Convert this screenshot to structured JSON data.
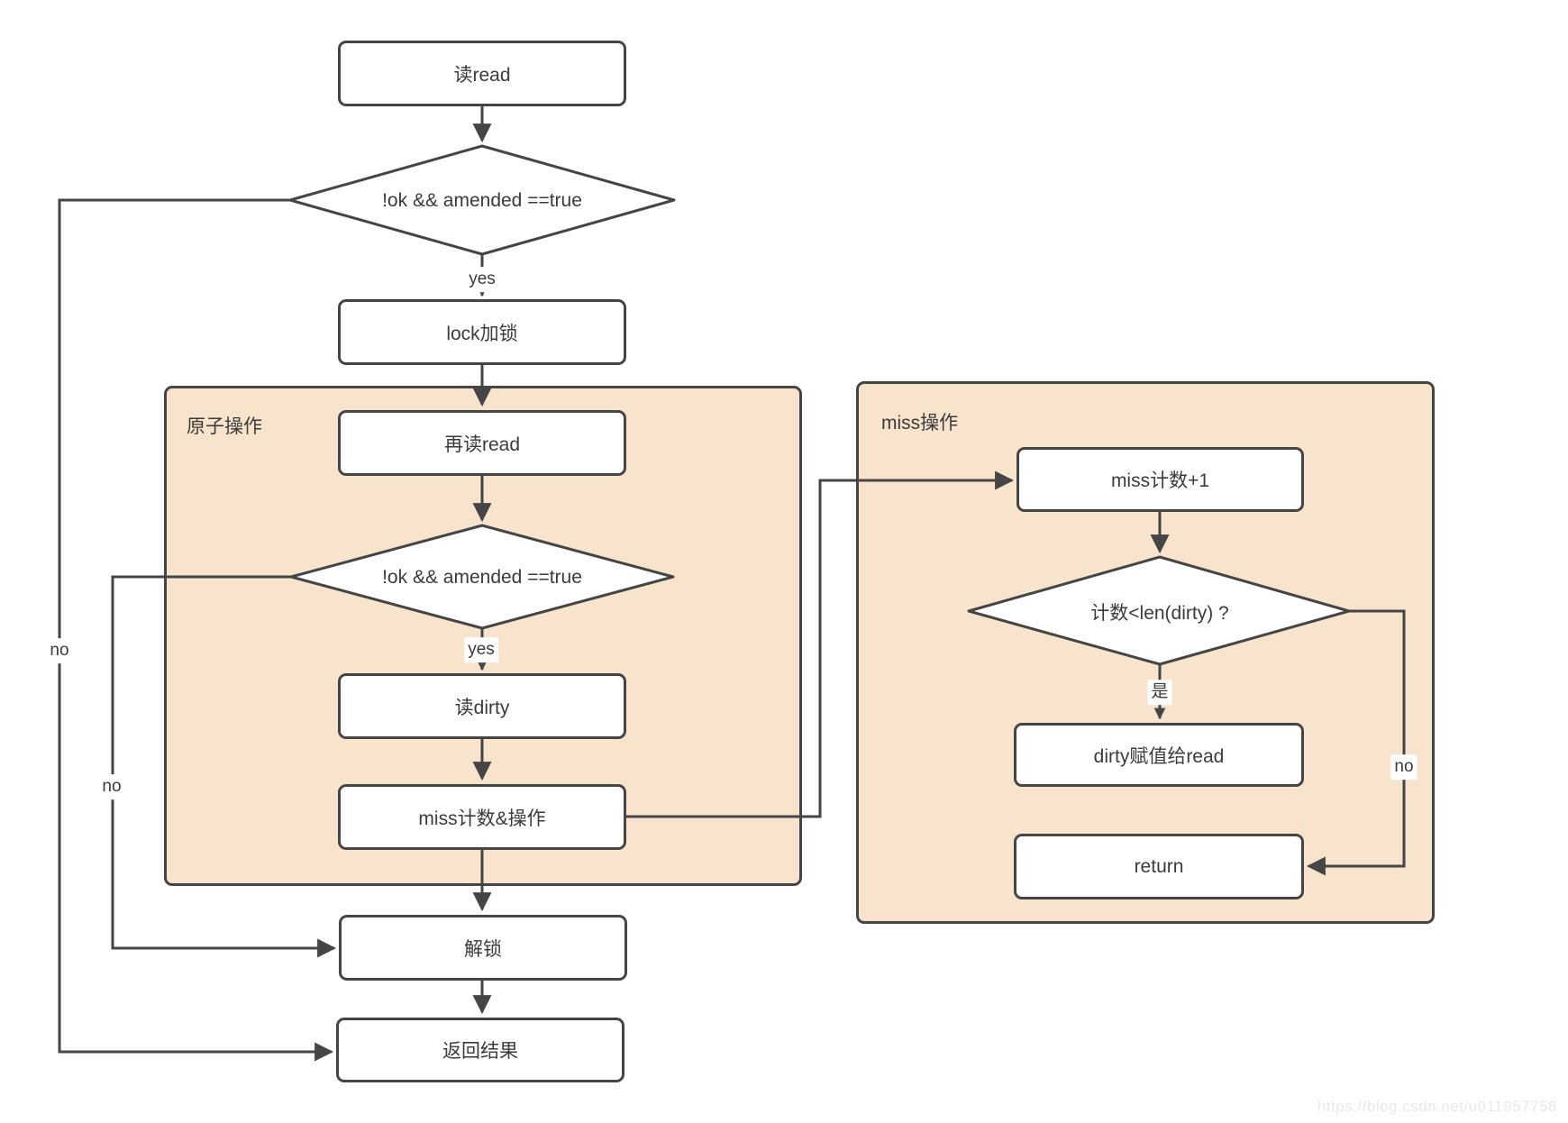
{
  "colors": {
    "stroke": "#454545",
    "node_fill": "#ffffff",
    "group_fill": "#f8e3cc",
    "text": "#3b3b3b",
    "watermark": "#e9e9ed",
    "background": "#ffffff"
  },
  "groups": {
    "atomic": {
      "label": "原子操作"
    },
    "miss": {
      "label": "miss操作"
    }
  },
  "nodes": {
    "read": {
      "type": "process",
      "label": "读read"
    },
    "check_amended_1": {
      "type": "decision",
      "label": "!ok && amended ==true"
    },
    "lock": {
      "type": "process",
      "label": "lock加锁"
    },
    "reread": {
      "type": "process",
      "label": "再读read"
    },
    "check_amended_2": {
      "type": "decision",
      "label": "!ok && amended ==true"
    },
    "read_dirty": {
      "type": "process",
      "label": "读dirty"
    },
    "miss_count_op": {
      "type": "process",
      "label": "miss计数&操作"
    },
    "unlock": {
      "type": "process",
      "label": "解锁"
    },
    "return_result": {
      "type": "process",
      "label": "返回结果"
    },
    "miss_incr": {
      "type": "process",
      "label": "miss计数+1"
    },
    "check_count": {
      "type": "decision",
      "label": "计数<len(dirty) ?"
    },
    "dirty_to_read": {
      "type": "process",
      "label": "dirty赋值给read"
    },
    "return": {
      "type": "process",
      "label": "return"
    }
  },
  "edge_labels": {
    "check1_yes": "yes",
    "check1_no": "no",
    "check2_yes": "yes",
    "check2_no": "no",
    "check3_yes": "是",
    "check3_no": "no"
  },
  "watermark": "https://blog.csdn.net/u011957758"
}
